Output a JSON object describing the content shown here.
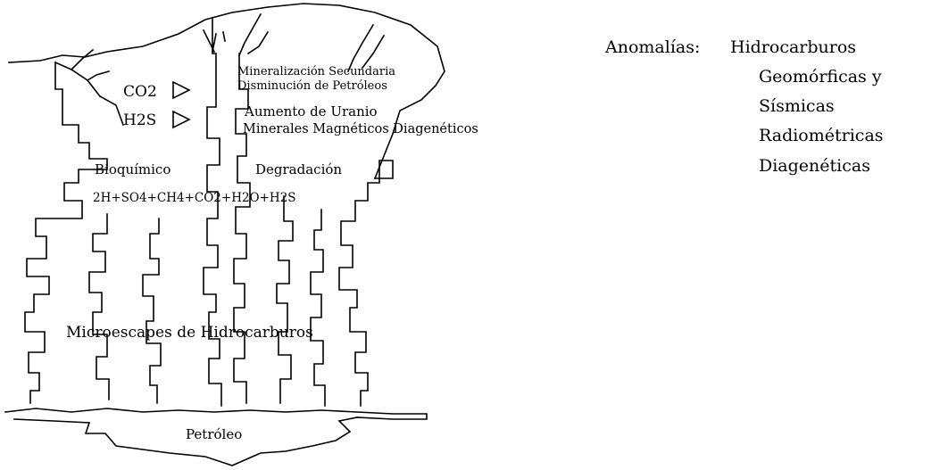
{
  "diagram": {
    "labels": {
      "co2": "CO2",
      "h2s": "H2S",
      "mineralizacion": "Mineralización Secundaria",
      "disminucion": "Disminución de Petróleos",
      "aumento": "Aumento de Uranio",
      "minerales": "Minerales Magnéticos Diagenéticos",
      "bioquimico": "Bioquímico",
      "degradacion": "Degradación",
      "reaccion": "2H+SO4+CH4+CO2+H2O+H2S",
      "microescapes": "Microescapes de Hidrocarburos",
      "petroleo": "Petróleo"
    },
    "anomalias": {
      "title": "Anomalías:",
      "items": [
        "Hidrocarburos",
        "Geomórficas y",
        "Sísmicas",
        "Radiométricas",
        "Diagenéticas"
      ]
    },
    "colors": {
      "ink": "#000000",
      "background": "#ffffff"
    }
  }
}
